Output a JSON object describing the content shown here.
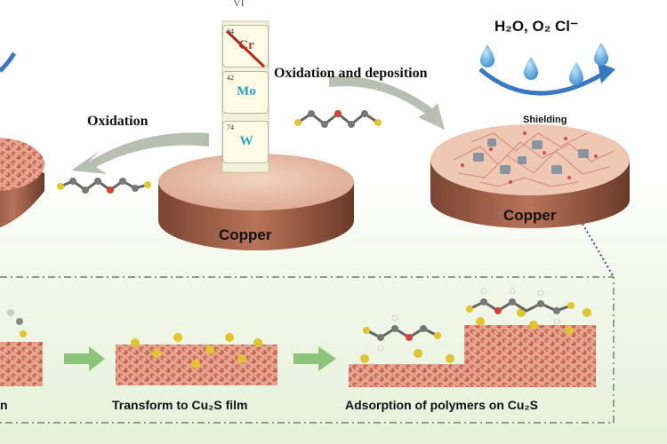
{
  "labels": {
    "oxidation": "Oxidation",
    "oxidation_deposition": "Oxidation and deposition",
    "env_h2o_o2": "H₂O, O₂ Cl⁻",
    "shielding": "Shielding",
    "copper_center": "Copper",
    "copper_right": "Copper",
    "bottom_left_fragment": "n",
    "bottom_middle": "Transform to Cu₂S film",
    "bottom_right": "Adsorption of polymers on Cu₂S",
    "top_fragment": "VI"
  },
  "elements": [
    {
      "number": "24",
      "symbol": "Cr",
      "color": "#c0392b"
    },
    {
      "number": "42",
      "symbol": "Mo",
      "color": "#2f9fc4"
    },
    {
      "number": "74",
      "symbol": "W",
      "color": "#2f9fc4"
    }
  ],
  "colors": {
    "disk_top": "#e9bfa8",
    "disk_side": "#a8664a",
    "arrow_grey": "#b7bfb3",
    "arrow_green": "#8cc57a",
    "water_drop": "#5aa7d8",
    "blue_arrow": "#3a78c4"
  }
}
